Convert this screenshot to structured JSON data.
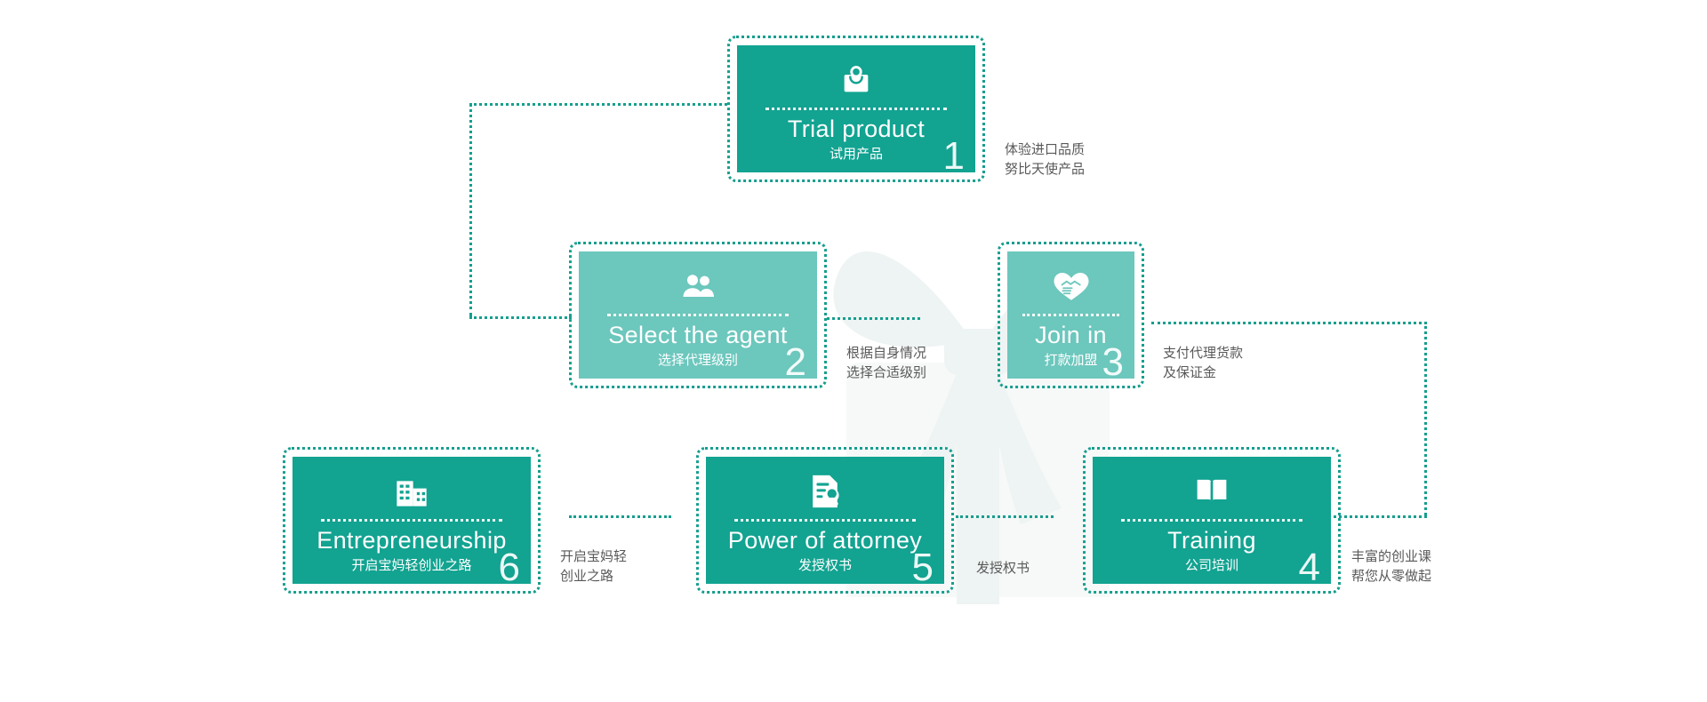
{
  "theme": {
    "accent_dark": "#12a391",
    "accent_light": "#6cc7bd",
    "connector": "#169e8e",
    "note_text": "#595959",
    "background": "#ffffff"
  },
  "diagram": {
    "type": "process-flow",
    "steps": [
      {
        "number": "1",
        "title_en": "Trial product",
        "title_cn": "试用产品",
        "icon": "shopping-bag-icon",
        "tone": "dark",
        "note": [
          "体验进口品质",
          "努比天使产品"
        ]
      },
      {
        "number": "2",
        "title_en": "Select the agent",
        "title_cn": "选择代理级别",
        "icon": "two-users-icon",
        "tone": "light",
        "note": [
          "根据自身情况",
          "选择合适级别"
        ]
      },
      {
        "number": "3",
        "title_en": "Join in",
        "title_cn": "打款加盟",
        "icon": "handshake-heart-icon",
        "tone": "light",
        "note": [
          "支付代理货款",
          "及保证金"
        ]
      },
      {
        "number": "4",
        "title_en": "Training",
        "title_cn": "公司培训",
        "icon": "open-book-icon",
        "tone": "dark",
        "note": [
          "丰富的创业课",
          "帮您从零做起"
        ]
      },
      {
        "number": "5",
        "title_en": "Power of attorney",
        "title_cn": "发授权书",
        "icon": "certificate-stamp-icon",
        "tone": "dark",
        "note": [
          "发授权书"
        ]
      },
      {
        "number": "6",
        "title_en": "Entrepreneurship",
        "title_cn": "开启宝妈轻创业之路",
        "icon": "office-building-icon",
        "tone": "dark",
        "note": [
          "开启宝妈轻",
          "创业之路"
        ]
      }
    ],
    "background_watermark": "gift-ribbon-bow-watermark"
  }
}
